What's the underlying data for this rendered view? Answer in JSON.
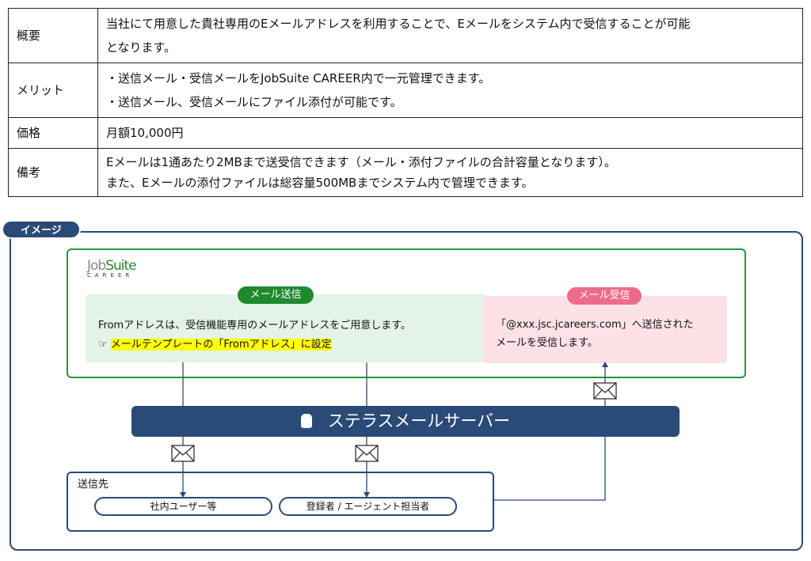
{
  "table": [
    {
      "label": "概要",
      "lines": [
        "当社にて用意した貴社専用のEメールアドレスを利用することで、Eメールをシステム内で受信することが可能",
        "となります。"
      ]
    },
    {
      "label": "メリット",
      "lines": [
        "・送信メール・受信メールをJobSuite CAREER内で一元管理できます。",
        "・送信メール、受信メールにファイル添付が可能です。"
      ]
    },
    {
      "label": "価格",
      "lines": [
        "月額10,000円"
      ]
    },
    {
      "label": "備考",
      "lines": [
        "Eメールは1通あたり2MBまで送受信できます（メール・添付ファイルの合計容量となります）。",
        "また、Eメールの添付ファイルは総容量500MBまでシステム内で管理できます。"
      ]
    }
  ],
  "diagram": {
    "tab": "イメージ",
    "logo": {
      "main1": "Job",
      "main2": "Suite",
      "sub": "CAREER"
    },
    "send": {
      "badge": "メール送信",
      "text": "Fromアドレスは、受信機能専用のメールアドレスをご用意します。",
      "highlight": "メールテンプレートの「Fromアドレス」に設定"
    },
    "receive": {
      "badge": "メール受信",
      "line1": "「@xxx.jsc.jcareers.com」へ送信された",
      "line2": "メールを受信します。"
    },
    "server": "ステラスメールサーバー",
    "recipients": {
      "title": "送信先",
      "items": [
        "社内ユーザー等",
        "登録者 / エージェント担当者"
      ]
    },
    "colors": {
      "navy": "#2a4a78",
      "green": "#1e8a2e",
      "pink": "#f06a8a"
    }
  }
}
